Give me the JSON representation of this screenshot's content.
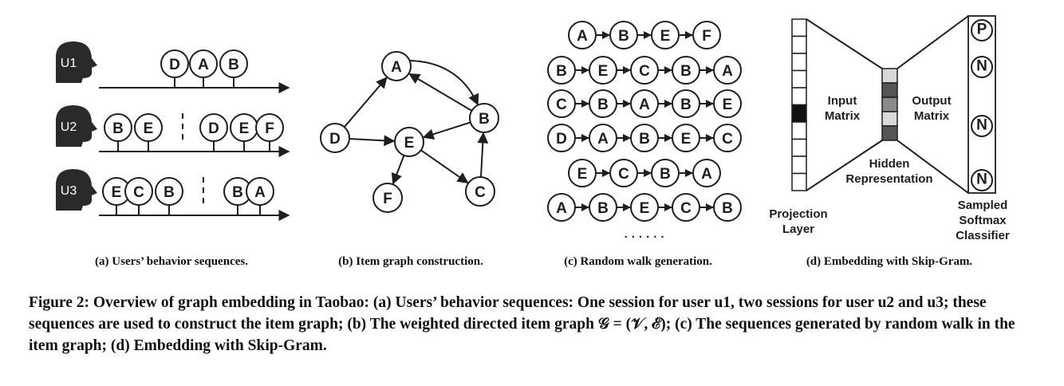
{
  "panel_a": {
    "users": [
      "U1",
      "U2",
      "U3"
    ],
    "sessions": [
      [
        [
          "D",
          "A",
          "B"
        ]
      ],
      [
        [
          "B",
          "E"
        ],
        [
          "D",
          "E",
          "F"
        ]
      ],
      [
        [
          "E",
          "C",
          "B"
        ],
        [
          "B",
          "A"
        ]
      ]
    ],
    "subcaption": "(a) Users’ behavior sequences."
  },
  "panel_b": {
    "nodes": [
      "A",
      "B",
      "D",
      "E",
      "F",
      "C"
    ],
    "edges": [
      [
        "D",
        "A"
      ],
      [
        "A",
        "B"
      ],
      [
        "B",
        "A"
      ],
      [
        "D",
        "E"
      ],
      [
        "B",
        "E"
      ],
      [
        "E",
        "F"
      ],
      [
        "E",
        "C"
      ],
      [
        "C",
        "B"
      ]
    ],
    "subcaption": "(b) Item graph construction."
  },
  "panel_c": {
    "walks": [
      [
        "A",
        "B",
        "E",
        "F"
      ],
      [
        "B",
        "E",
        "C",
        "B",
        "A"
      ],
      [
        "C",
        "B",
        "A",
        "B",
        "E"
      ],
      [
        "D",
        "A",
        "B",
        "E",
        "C"
      ],
      [
        "E",
        "C",
        "B",
        "A"
      ],
      [
        "A",
        "B",
        "E",
        "C",
        "B"
      ]
    ],
    "ellipsis": "· · · · · ·",
    "subcaption": "(c) Random walk generation."
  },
  "panel_d": {
    "input_matrix": [
      "Input",
      "Matrix"
    ],
    "output_matrix": [
      "Output",
      "Matrix"
    ],
    "hidden": [
      "Hidden",
      "Representation"
    ],
    "projection": [
      "Projection",
      "Layer"
    ],
    "classifier": [
      "Sampled",
      "Softmax",
      "Classifier"
    ],
    "output_nodes": [
      "P",
      "N",
      "N",
      "N"
    ],
    "subcaption": "(d) Embedding with Skip-Gram."
  },
  "caption": "Figure 2: Overview of graph embedding in Taobao: (a) Users’ behavior sequences: One session for user u1, two sessions for user u2 and u3; these sequences are used to construct the item graph; (b) The weighted directed item graph 𝒢 = (𝒱, ℰ); (c) The sequences generated by random walk in the item graph; (d) Embedding with Skip-Gram."
}
